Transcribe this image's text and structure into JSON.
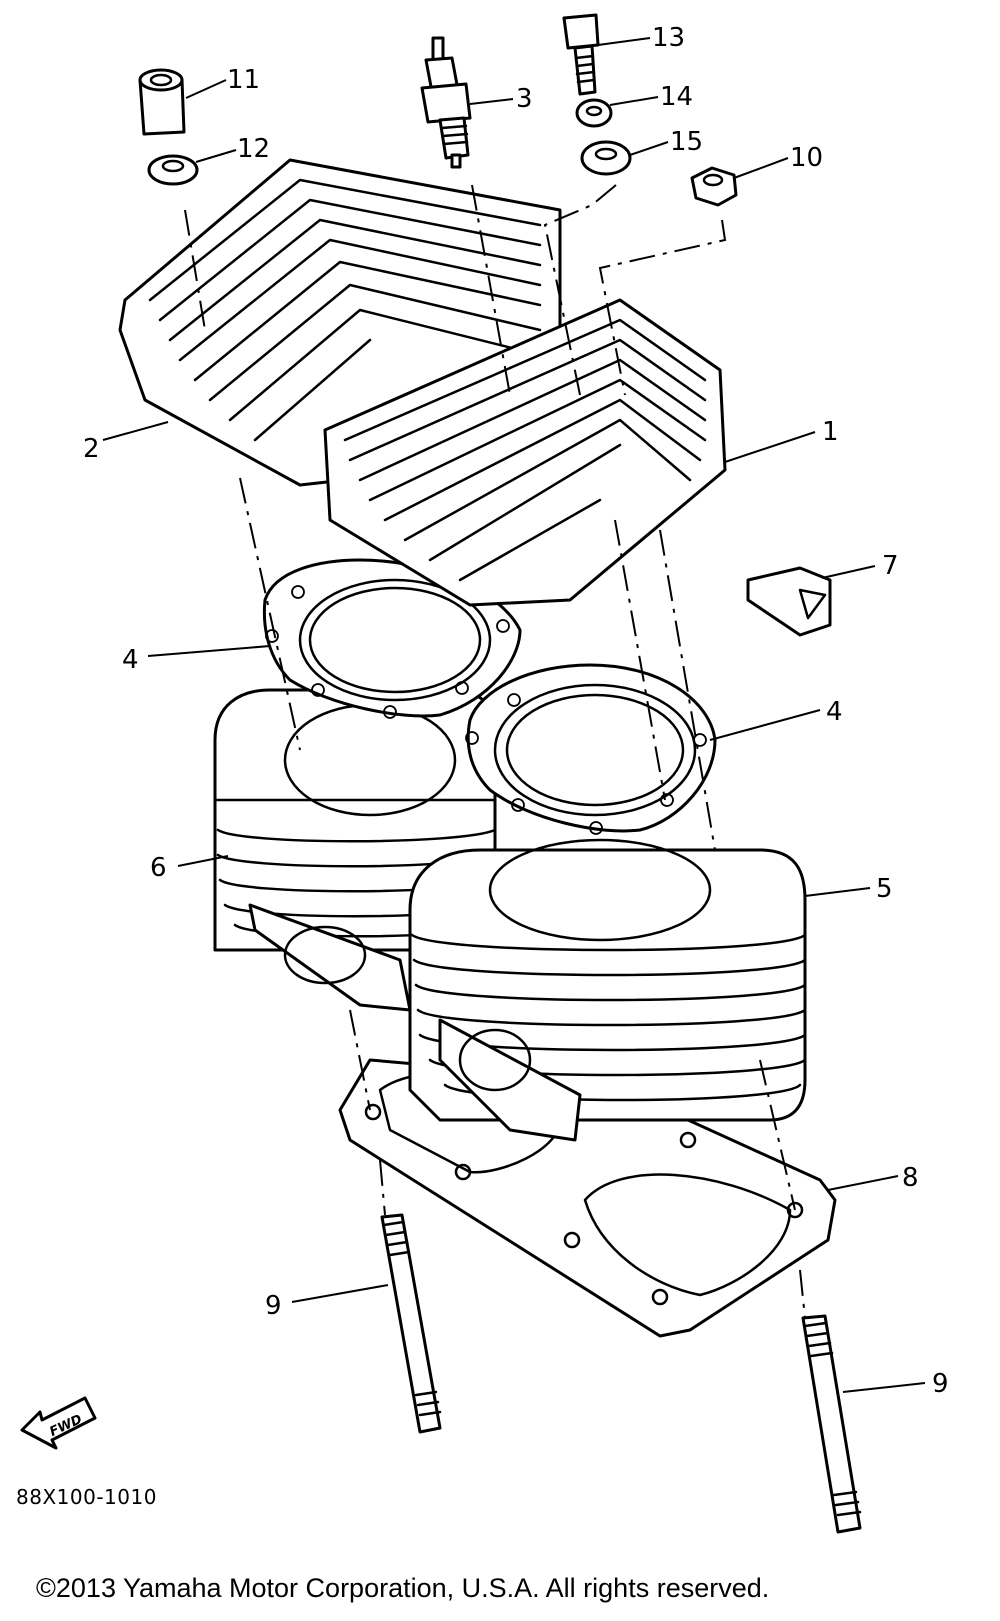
{
  "diagram": {
    "callouts": [
      {
        "id": "11",
        "label": "11"
      },
      {
        "id": "12",
        "label": "12"
      },
      {
        "id": "3",
        "label": "3"
      },
      {
        "id": "13",
        "label": "13"
      },
      {
        "id": "14",
        "label": "14"
      },
      {
        "id": "15",
        "label": "15"
      },
      {
        "id": "10",
        "label": "10"
      },
      {
        "id": "2",
        "label": "2"
      },
      {
        "id": "1",
        "label": "1"
      },
      {
        "id": "7",
        "label": "7"
      },
      {
        "id": "4a",
        "label": "4"
      },
      {
        "id": "4b",
        "label": "4"
      },
      {
        "id": "6",
        "label": "6"
      },
      {
        "id": "5",
        "label": "5"
      },
      {
        "id": "8",
        "label": "8"
      },
      {
        "id": "9a",
        "label": "9"
      },
      {
        "id": "9b",
        "label": "9"
      }
    ],
    "fwd_label": "FWD",
    "drawing_code": "88X100-1010",
    "copyright": "©2013 Yamaha Motor Corporation, U.S.A. All rights reserved."
  }
}
